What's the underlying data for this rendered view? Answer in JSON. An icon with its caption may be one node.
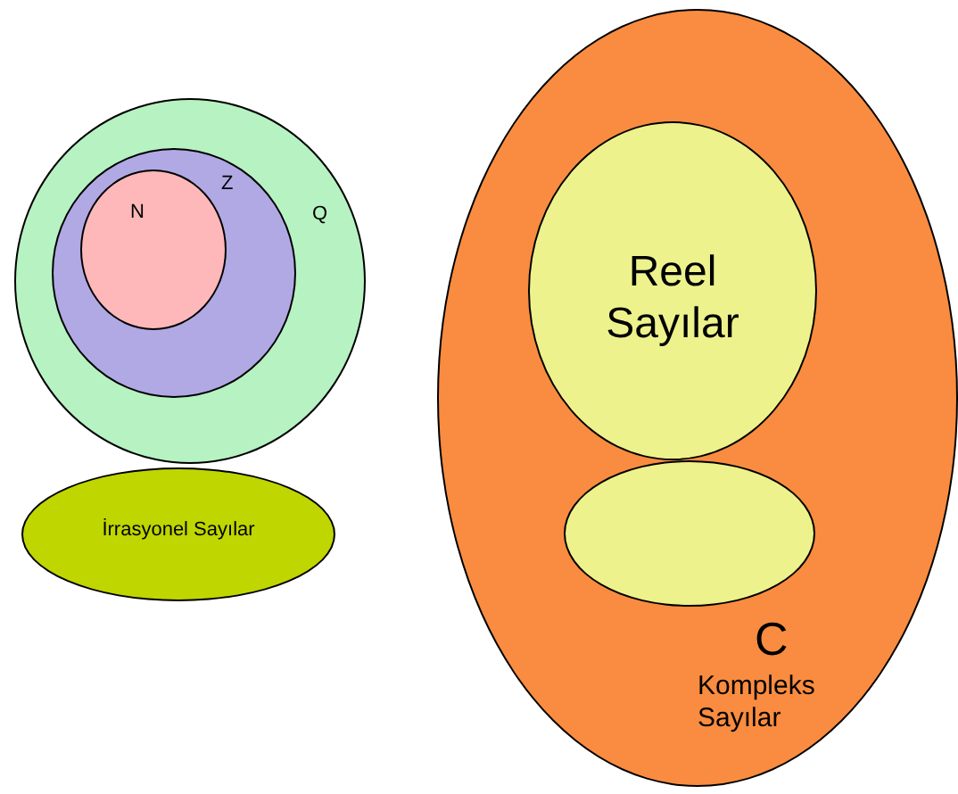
{
  "diagram": {
    "nodes": [
      {
        "text": [
          "Q"
        ]
      },
      {
        "text": [
          "Z"
        ],
        "in": 0
      },
      {
        "text": [
          "N"
        ],
        "in": 1
      },
      {
        "text": [
          "İrrasyonel Sayılar"
        ]
      },
      {
        "text": [
          "C",
          "Kompleks Sayılar"
        ]
      },
      {
        "text": [
          "Reel Sayılar"
        ],
        "in": 4
      },
      {
        "text": [],
        "shape": "ellipse",
        "in": 4
      }
    ],
    "edges": []
  }
}
